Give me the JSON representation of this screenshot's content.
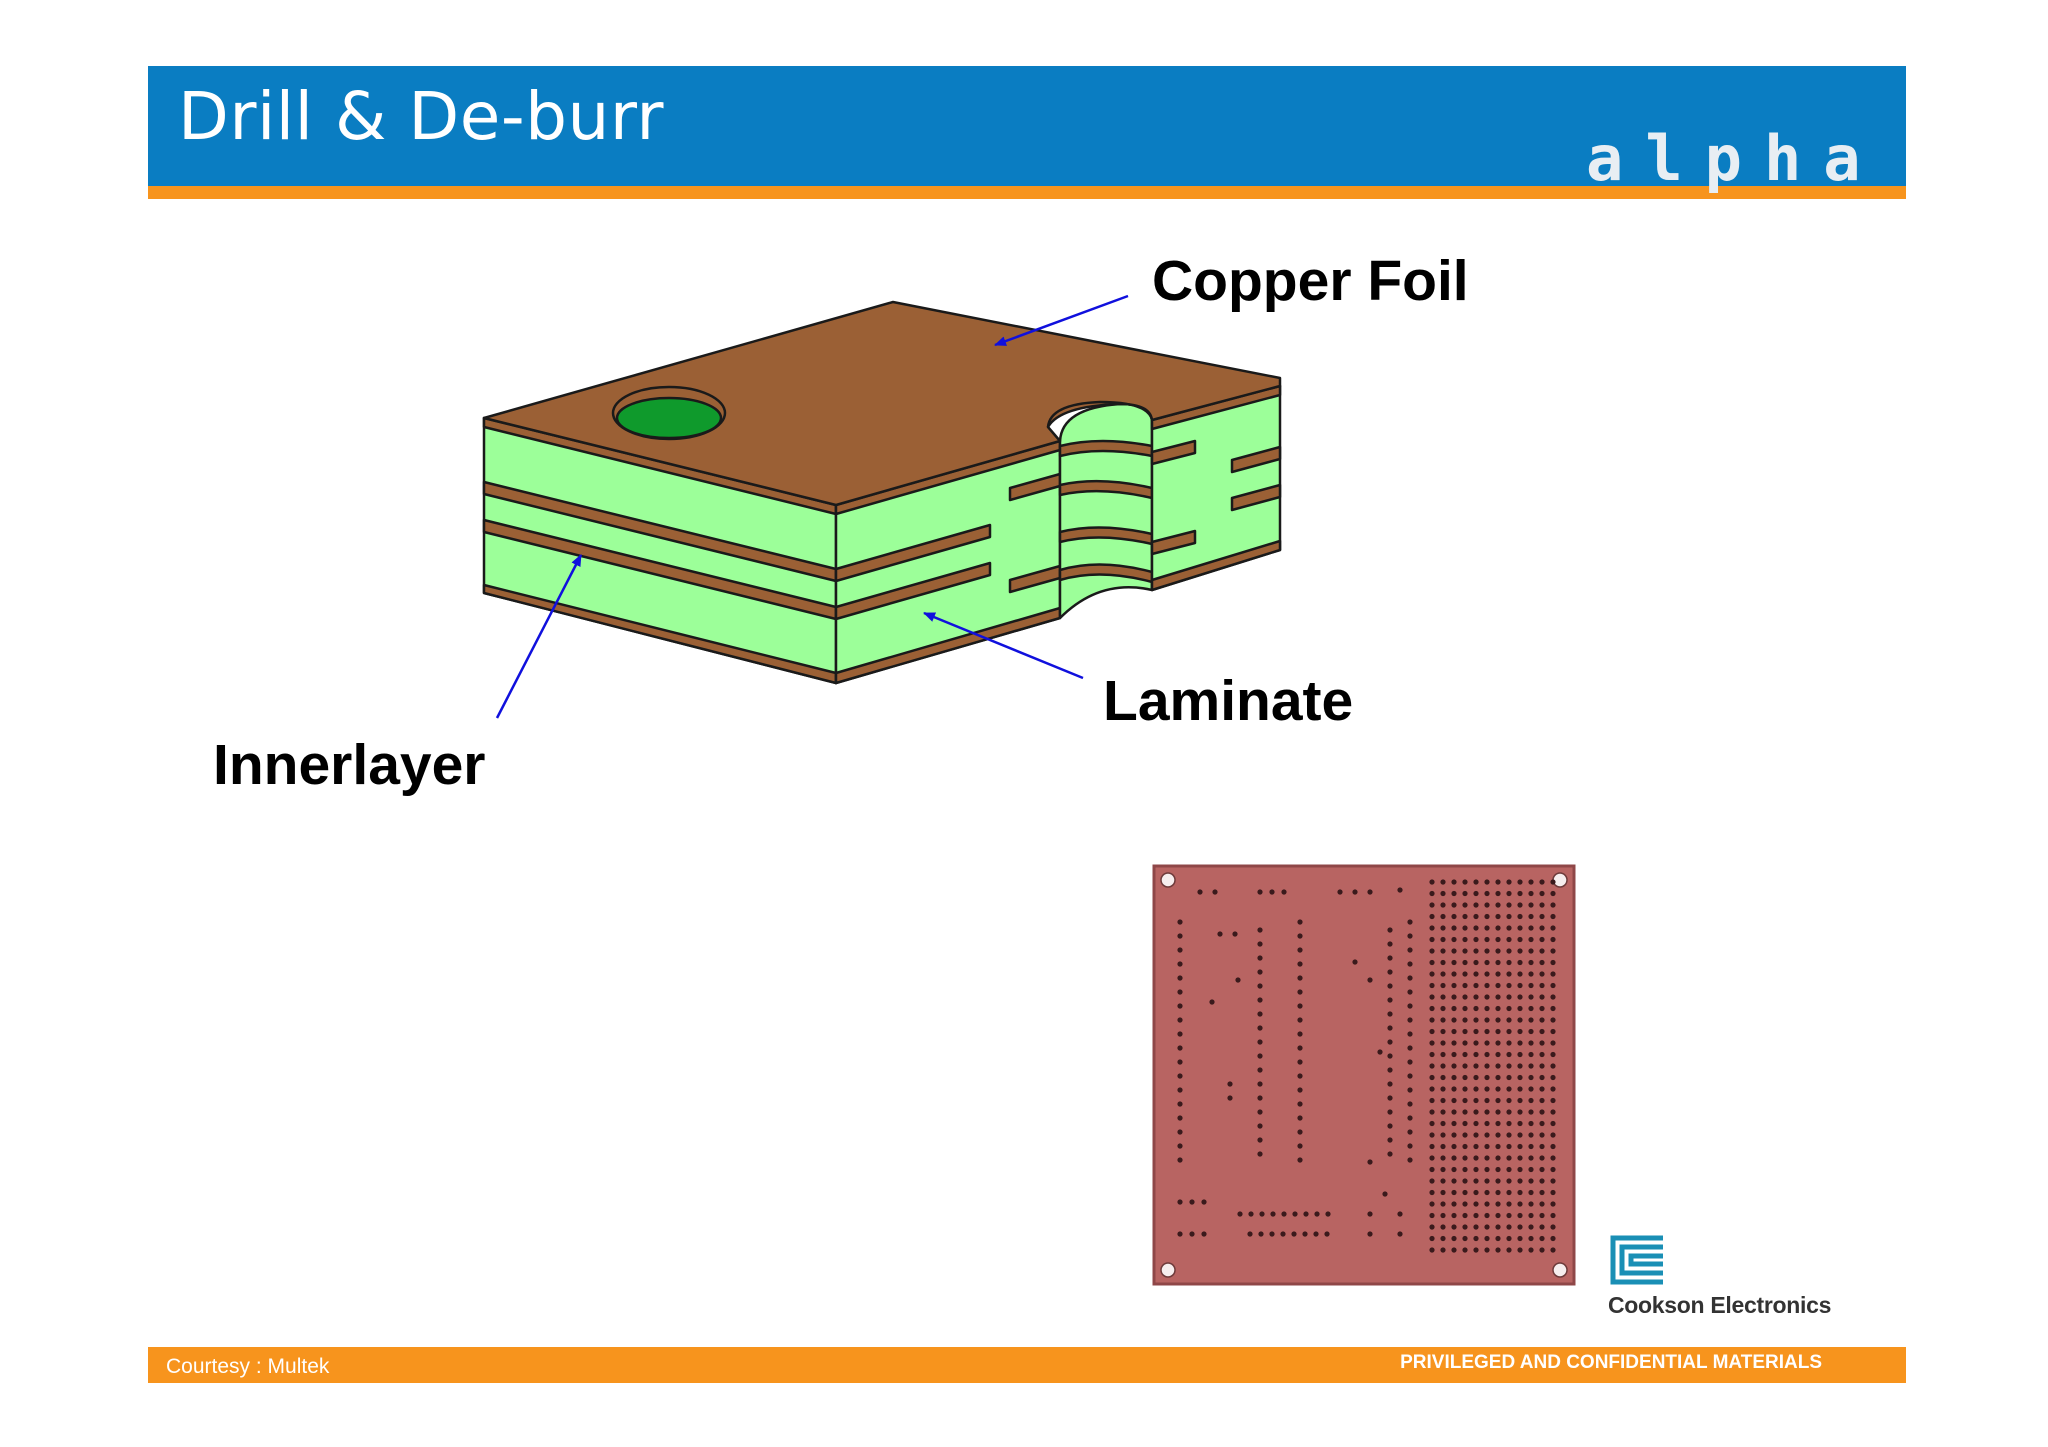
{
  "header": {
    "title": "Drill & De-burr",
    "brand_logo": "alpha"
  },
  "diagram": {
    "labels": {
      "copper_foil": "Copper Foil",
      "laminate": "Laminate",
      "innerlayer": "Innerlayer"
    },
    "colors": {
      "copper": "#9b6035",
      "laminate": "#9cff99",
      "hole": "#0f9a2c",
      "arrow": "#1010dd"
    }
  },
  "photo": {
    "colors": {
      "board": "#b86462",
      "hole": "#3a1a1c"
    }
  },
  "cookson_logo": {
    "name": "Cookson Electronics",
    "color": "#1a8fb5"
  },
  "footer": {
    "courtesy": "Courtesy : Multek",
    "confidential": "PRIVILEGED AND CONFIDENTIAL MATERIALS"
  }
}
